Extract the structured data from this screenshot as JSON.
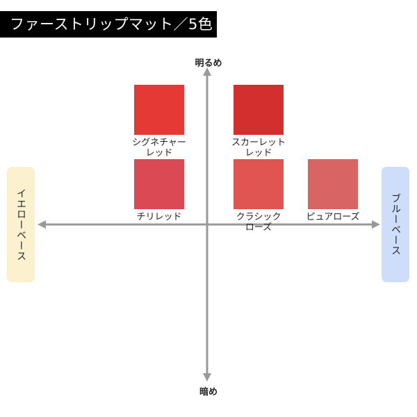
{
  "header": {
    "title": "ファーストリップマット／5色"
  },
  "axes": {
    "top_label": "明るめ",
    "bottom_label": "暗め",
    "left_label": "イエローベース",
    "right_label": "ブルーベース",
    "axis_color": "#999999",
    "left_box_color": "#fcf1cf",
    "right_box_color": "#cdddfa"
  },
  "swatches": [
    {
      "name": "シグネチャー\nレッド",
      "color": "#e53935"
    },
    {
      "name": "スカーレット\nレッド",
      "color": "#d32f2f"
    },
    {
      "name": "チリレッド",
      "color": "#db4a54"
    },
    {
      "name": "クラシック\nローズ",
      "color": "#e05552"
    },
    {
      "name": "ピュアローズ",
      "color": "#d96464"
    }
  ]
}
